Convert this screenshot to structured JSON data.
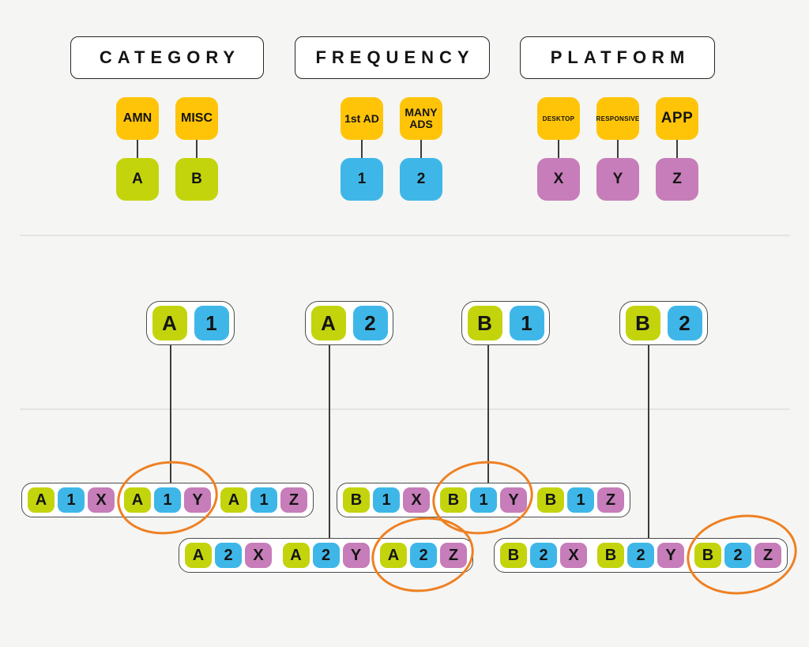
{
  "colors": {
    "background": "#f5f5f3",
    "yellow": "#ffc408",
    "green": "#c3d40d",
    "blue": "#3eb7e8",
    "purple": "#c67db9",
    "orange": "#ee8022",
    "connector": "#3c3c3c",
    "divider": "#e4e4e2",
    "text": "#141414"
  },
  "taxonomy": {
    "sections": [
      {
        "title": "CATEGORY",
        "columns": [
          {
            "parent": "AMN",
            "parent_size": "md",
            "child": "A",
            "child_color": "green"
          },
          {
            "parent": "MISC",
            "parent_size": "md",
            "child": "B",
            "child_color": "green"
          }
        ]
      },
      {
        "title": "FREQUENCY",
        "columns": [
          {
            "parent": "1st AD",
            "parent_size": "sm",
            "child": "1",
            "child_color": "blue"
          },
          {
            "parent": "MANY ADS",
            "parent_size": "sm",
            "child": "2",
            "child_color": "blue"
          }
        ]
      },
      {
        "title": "PLATFORM",
        "columns": [
          {
            "parent": "DESKTOP",
            "parent_size": "xs",
            "child": "X",
            "child_color": "purple"
          },
          {
            "parent": "RESPONSIVE",
            "parent_size": "xs",
            "child": "Y",
            "child_color": "purple"
          },
          {
            "parent": "APP",
            "parent_size": "lg",
            "child": "Z",
            "child_color": "purple"
          }
        ]
      }
    ]
  },
  "pairs": [
    {
      "id": "A1",
      "chips": [
        {
          "label": "A",
          "color": "green"
        },
        {
          "label": "1",
          "color": "blue"
        }
      ]
    },
    {
      "id": "A2",
      "chips": [
        {
          "label": "A",
          "color": "green"
        },
        {
          "label": "2",
          "color": "blue"
        }
      ]
    },
    {
      "id": "B1",
      "chips": [
        {
          "label": "B",
          "color": "green"
        },
        {
          "label": "1",
          "color": "blue"
        }
      ]
    },
    {
      "id": "B2",
      "chips": [
        {
          "label": "B",
          "color": "green"
        },
        {
          "label": "2",
          "color": "blue"
        }
      ]
    }
  ],
  "combos": {
    "chip_colors": [
      "green",
      "blue",
      "purple"
    ],
    "rows": [
      {
        "containers": [
          {
            "groups": [
              [
                "A",
                "1",
                "X"
              ],
              [
                "A",
                "1",
                "Y"
              ],
              [
                "A",
                "1",
                "Z"
              ]
            ],
            "circled_group": "A 1 Y"
          },
          {
            "groups": [
              [
                "B",
                "1",
                "X"
              ],
              [
                "B",
                "1",
                "Y"
              ],
              [
                "B",
                "1",
                "Z"
              ]
            ],
            "circled_group": "B 1 Y"
          }
        ]
      },
      {
        "containers": [
          {
            "groups": [
              [
                "A",
                "2",
                "X"
              ],
              [
                "A",
                "2",
                "Y"
              ],
              [
                "A",
                "2",
                "Z"
              ]
            ],
            "circled_group": "A 2 Z"
          },
          {
            "groups": [
              [
                "B",
                "2",
                "X"
              ],
              [
                "B",
                "2",
                "Y"
              ],
              [
                "B",
                "2",
                "Z"
              ]
            ],
            "circled_group": "B 2 Z"
          }
        ]
      }
    ]
  }
}
